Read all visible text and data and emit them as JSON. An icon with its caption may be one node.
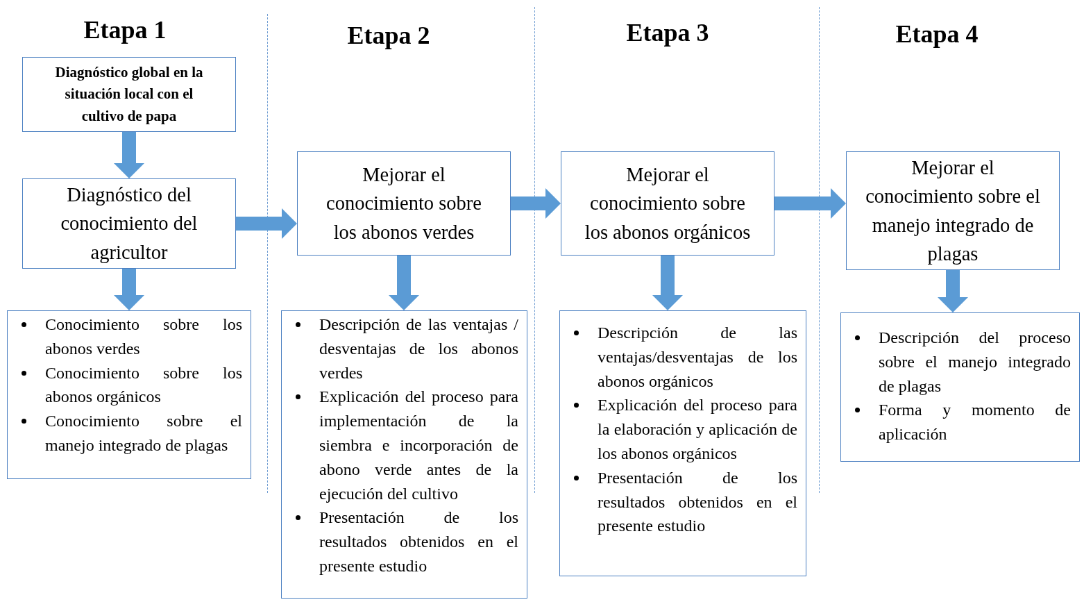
{
  "diagram": {
    "nodes": [
      {
        "text": [
          "Diagnóstico global en la situación local con el cultivo de papa"
        ]
      },
      {
        "text": [
          "Diagnóstico del conocimiento del agricultor"
        ]
      },
      {
        "text": [
          "Conocimiento sobre los abonos verdes",
          "Conocimiento sobre los abonos orgánicos",
          "Conocimiento sobre el manejo integrado de plagas"
        ]
      },
      {
        "text": [
          "Mejorar el conocimiento sobre los abonos verdes"
        ]
      },
      {
        "text": [
          "Descripción de las ventajas / desventajas de los abonos verdes",
          "Explicación del proceso para implementación de la siembra e incorporación de abono verde antes de la ejecución del cultivo",
          "Presentación de los resultados obtenidos en el presente estudio"
        ]
      },
      {
        "text": [
          "Mejorar el conocimiento sobre los abonos orgánicos"
        ]
      },
      {
        "text": [
          "Descripción de las ventajas/desventajas de los abonos orgánicos",
          "Explicación del proceso para la elaboración y aplicación de los abonos orgánicos",
          "Presentación de los resultados obtenidos en el presente estudio"
        ]
      },
      {
        "text": [
          "Mejorar el conocimiento sobre el manejo integrado de plagas"
        ]
      },
      {
        "text": [
          "Descripción del proceso sobre el manejo integrado de plagas",
          "Forma y momento de aplicación"
        ]
      }
    ],
    "edges": [
      {
        "from": 0,
        "to": 1,
        "arrow": "to"
      },
      {
        "from": 1,
        "to": 2,
        "arrow": "to"
      },
      {
        "from": 1,
        "to": 3,
        "arrow": "to"
      },
      {
        "from": 3,
        "to": 4,
        "arrow": "to"
      },
      {
        "from": 3,
        "to": 5,
        "arrow": "to"
      },
      {
        "from": 5,
        "to": 6,
        "arrow": "to"
      },
      {
        "from": 5,
        "to": 7,
        "arrow": "to"
      },
      {
        "from": 7,
        "to": 8,
        "arrow": "to"
      }
    ],
    "labels": [
      "Etapa 1",
      "Etapa 2",
      "Etapa 3",
      "Etapa 4"
    ]
  }
}
